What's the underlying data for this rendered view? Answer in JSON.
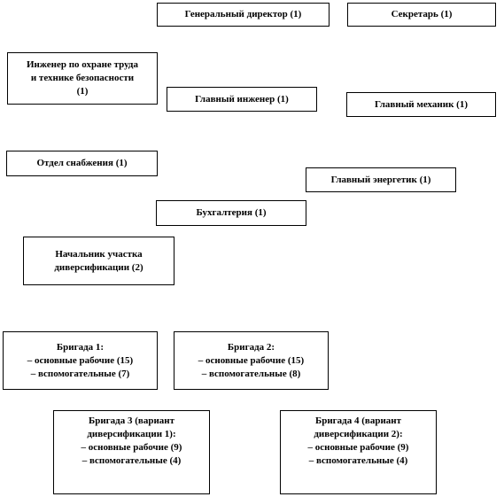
{
  "boxes": {
    "gen_director": {
      "lines": [
        "Генеральный директор (1)"
      ]
    },
    "secretary": {
      "lines": [
        "Секретарь (1)"
      ]
    },
    "safety_engineer": {
      "lines": [
        "Инженер по охране труда",
        "и технике  безопасности",
        "(1)"
      ]
    },
    "chief_engineer": {
      "lines": [
        "Главный инженер (1)"
      ]
    },
    "chief_mechanic": {
      "lines": [
        "Главный механик (1)"
      ]
    },
    "supply_dept": {
      "lines": [
        "Отдел  снабжения (1)"
      ]
    },
    "chief_power_engineer": {
      "lines": [
        "Главный энергетик (1)"
      ]
    },
    "accounting": {
      "lines": [
        "Бухгалтерия  (1)"
      ]
    },
    "div_head": {
      "lines": [
        "Начальник  участка",
        "диверсификации (2)"
      ]
    },
    "brigade1": {
      "lines": [
        "Бригада  1:",
        "– основные рабочие (15)",
        "– вспомогательные (7)"
      ]
    },
    "brigade2": {
      "lines": [
        "Бригада  2:",
        "– основные рабочие (15)",
        "– вспомогательные (8)"
      ]
    },
    "brigade3": {
      "lines": [
        "Бригада 3 (вариант",
        "диверсификации  1):",
        "– основные рабочие (9)",
        "– вспомогательные (4)"
      ]
    },
    "brigade4": {
      "lines": [
        "Бригада 4 (вариант",
        "диверсификации 2):",
        "– основные рабочие (9)",
        "– вспомогательные (4)"
      ]
    }
  }
}
